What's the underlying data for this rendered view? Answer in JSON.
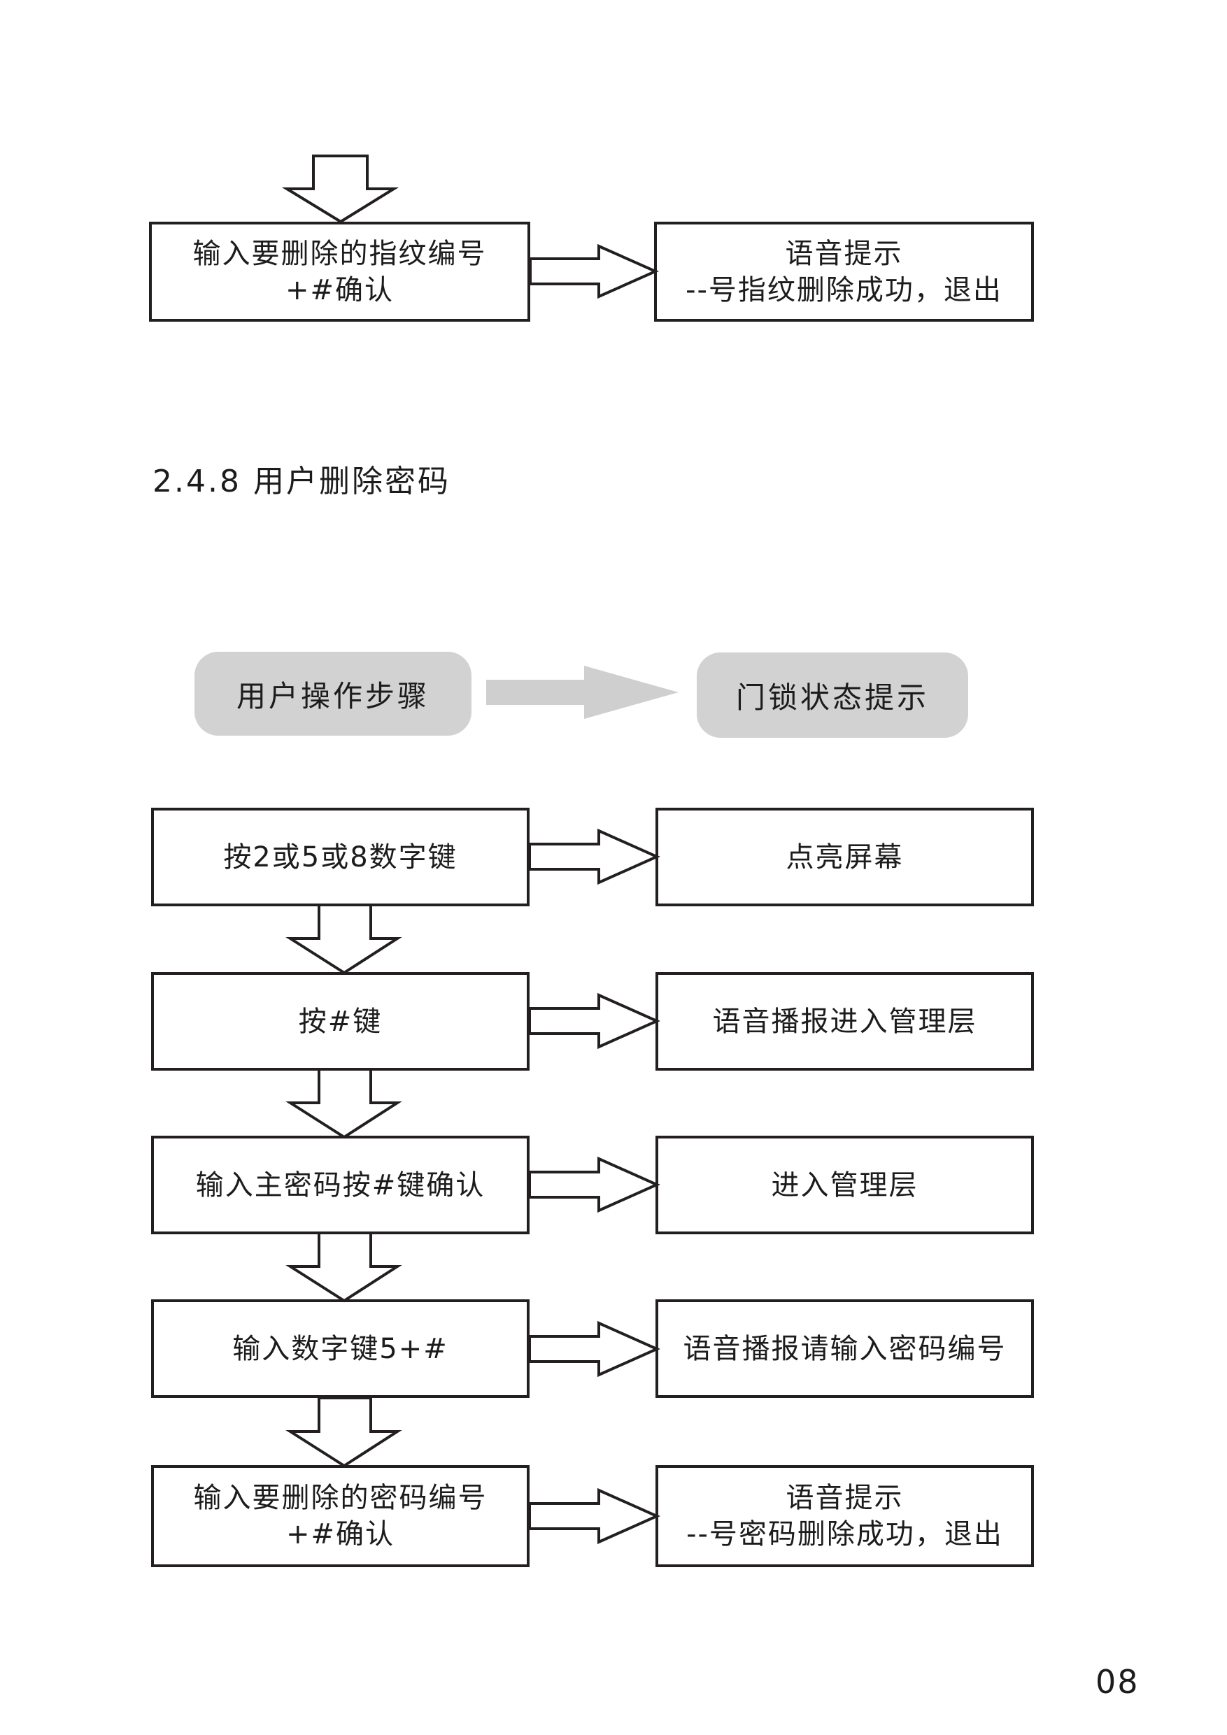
{
  "page": {
    "number": "08"
  },
  "top_flow": {
    "step_line1": "输入要删除的指纹编号",
    "step_line2": "+#确认",
    "result_line1": "语音提示",
    "result_line2": "--号指纹删除成功，退出"
  },
  "section": {
    "heading": "2.4.8  用户删除密码"
  },
  "legend": {
    "left": "用户操作步骤",
    "right": "门锁状态提示"
  },
  "flow": {
    "rows": [
      {
        "step": "按2或5或8数字键",
        "result": "点亮屏幕"
      },
      {
        "step": "按#键",
        "result": "语音播报进入管理层"
      },
      {
        "step": "输入主密码按#键确认",
        "result": "进入管理层"
      },
      {
        "step": "输入数字键5+#",
        "result": "语音播报请输入密码编号"
      },
      {
        "step_line1": "输入要删除的密码编号",
        "step_line2": "+#确认",
        "result_line1": "语音提示",
        "result_line2": "--号密码删除成功，退出"
      }
    ]
  },
  "colors": {
    "box_border": "#231f20",
    "legend_bg": "#d2d2d2",
    "legend_arrow": "#cfcfcf"
  }
}
